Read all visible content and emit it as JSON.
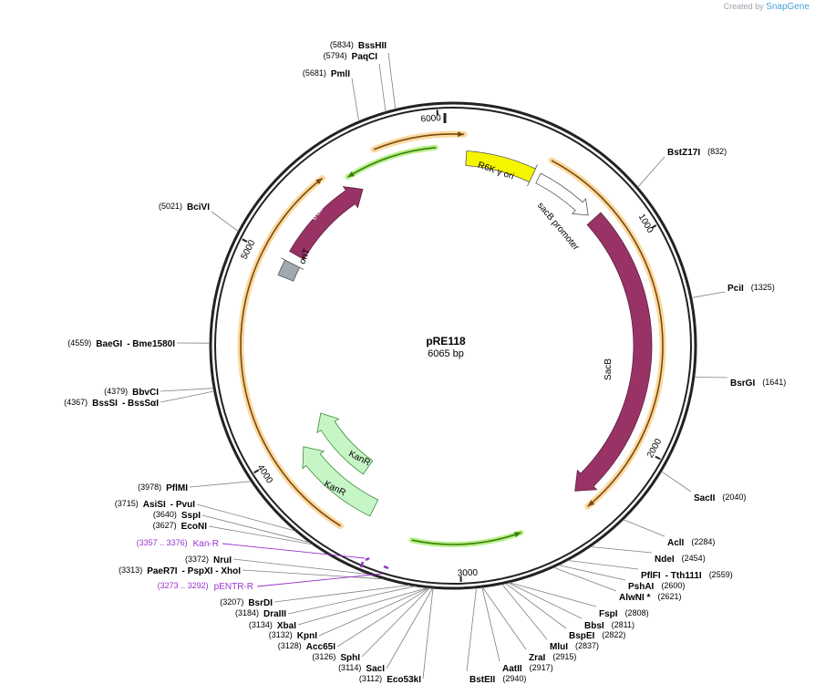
{
  "branding": {
    "created_by": "Created by",
    "app": "SnapGene"
  },
  "plasmid": {
    "name": "pRE118",
    "size_label": "6065 bp",
    "total_bp": 6065
  },
  "ticks": [
    {
      "bp": 1000,
      "label": "1000"
    },
    {
      "bp": 2000,
      "label": "2000"
    },
    {
      "bp": 3000,
      "label": "3000"
    },
    {
      "bp": 4000,
      "label": "4000"
    },
    {
      "bp": 5000,
      "label": "5000"
    },
    {
      "bp": 6000,
      "label": "6000"
    }
  ],
  "features": [
    {
      "name": "R6K γ ori",
      "type": "origin",
      "color": "#f5f500"
    },
    {
      "name": "sacB promoter",
      "type": "promoter",
      "color": "#ffffff"
    },
    {
      "name": "SacB",
      "type": "cds",
      "color": "#993366"
    },
    {
      "name": "KanR",
      "type": "cds",
      "color": "#c6f5c6"
    },
    {
      "name": "KanR",
      "type": "cds",
      "color": "#c6f5c6"
    },
    {
      "name": "traJ",
      "type": "cds",
      "color": "#993366"
    },
    {
      "name": "oriT",
      "type": "origin",
      "color": "#a0a8b0"
    }
  ],
  "colors": {
    "primer_fill": "#fbd9a0",
    "primer_stroke": "#e19a2a",
    "primer_arrow": "#7a4a10",
    "green_arrow": "#3a7d0a",
    "green_glow": "#b8f08a",
    "enzyme_line": "#808080",
    "primer_line": "#9933cc"
  },
  "sites": [
    {
      "name": "BssHII",
      "pos": "(5834)"
    },
    {
      "name": "PaqCI",
      "pos": "(5794)"
    },
    {
      "name": "PmlI",
      "pos": "(5681)"
    },
    {
      "name": "BciVI",
      "pos": "(5021)"
    },
    {
      "name": "BaeGI",
      "extra": "- Bme1580I",
      "pos": "(4559)"
    },
    {
      "name": "BbvCI",
      "pos": "(4379)"
    },
    {
      "name": "BssSI",
      "extra": "- BssSαI",
      "pos": "(4367)"
    },
    {
      "name": "PflMI",
      "pos": "(3978)"
    },
    {
      "name": "AsiSI",
      "extra": "- PvuI",
      "pos": "(3715)"
    },
    {
      "name": "SspI",
      "pos": "(3640)"
    },
    {
      "name": "EcoNI",
      "pos": "(3627)"
    },
    {
      "name": "NruI",
      "pos": "(3372)"
    },
    {
      "name": "PaeR7I",
      "extra": "- PspXI - XhoI",
      "pos": "(3313)"
    },
    {
      "name": "BsrDI",
      "pos": "(3207)"
    },
    {
      "name": "DraIII",
      "pos": "(3184)"
    },
    {
      "name": "XbaI",
      "pos": "(3134)"
    },
    {
      "name": "KpnI",
      "pos": "(3132)"
    },
    {
      "name": "Acc65I",
      "pos": "(3128)"
    },
    {
      "name": "SphI",
      "pos": "(3126)"
    },
    {
      "name": "SacI",
      "pos": "(3114)"
    },
    {
      "name": "Eco53kI",
      "pos": "(3112)"
    },
    {
      "name": "BstEII",
      "pos": "(2940)"
    },
    {
      "name": "AatII",
      "pos": "(2917)"
    },
    {
      "name": "ZraI",
      "pos": "(2915)"
    },
    {
      "name": "MluI",
      "pos": "(2837)"
    },
    {
      "name": "BspEI",
      "pos": "(2822)"
    },
    {
      "name": "BbsI",
      "pos": "(2811)"
    },
    {
      "name": "FspI",
      "pos": "(2808)"
    },
    {
      "name": "AlwNI *",
      "pos": "(2621)"
    },
    {
      "name": "PshAI",
      "pos": "(2600)"
    },
    {
      "name": "PflFI",
      "extra": "- Tth111I",
      "pos": "(2559)"
    },
    {
      "name": "NdeI",
      "pos": "(2454)"
    },
    {
      "name": "AclI",
      "pos": "(2284)"
    },
    {
      "name": "SacII",
      "pos": "(2040)"
    },
    {
      "name": "BsrGI",
      "pos": "(1641)"
    },
    {
      "name": "PciI",
      "pos": "(1325)"
    },
    {
      "name": "BstZ17I",
      "pos": "(832)"
    }
  ],
  "primers": [
    {
      "range": "(3357 .. 3376)",
      "name": "Kan-R"
    },
    {
      "range": "(3273 .. 3292)",
      "name": "pENTR-R"
    }
  ]
}
